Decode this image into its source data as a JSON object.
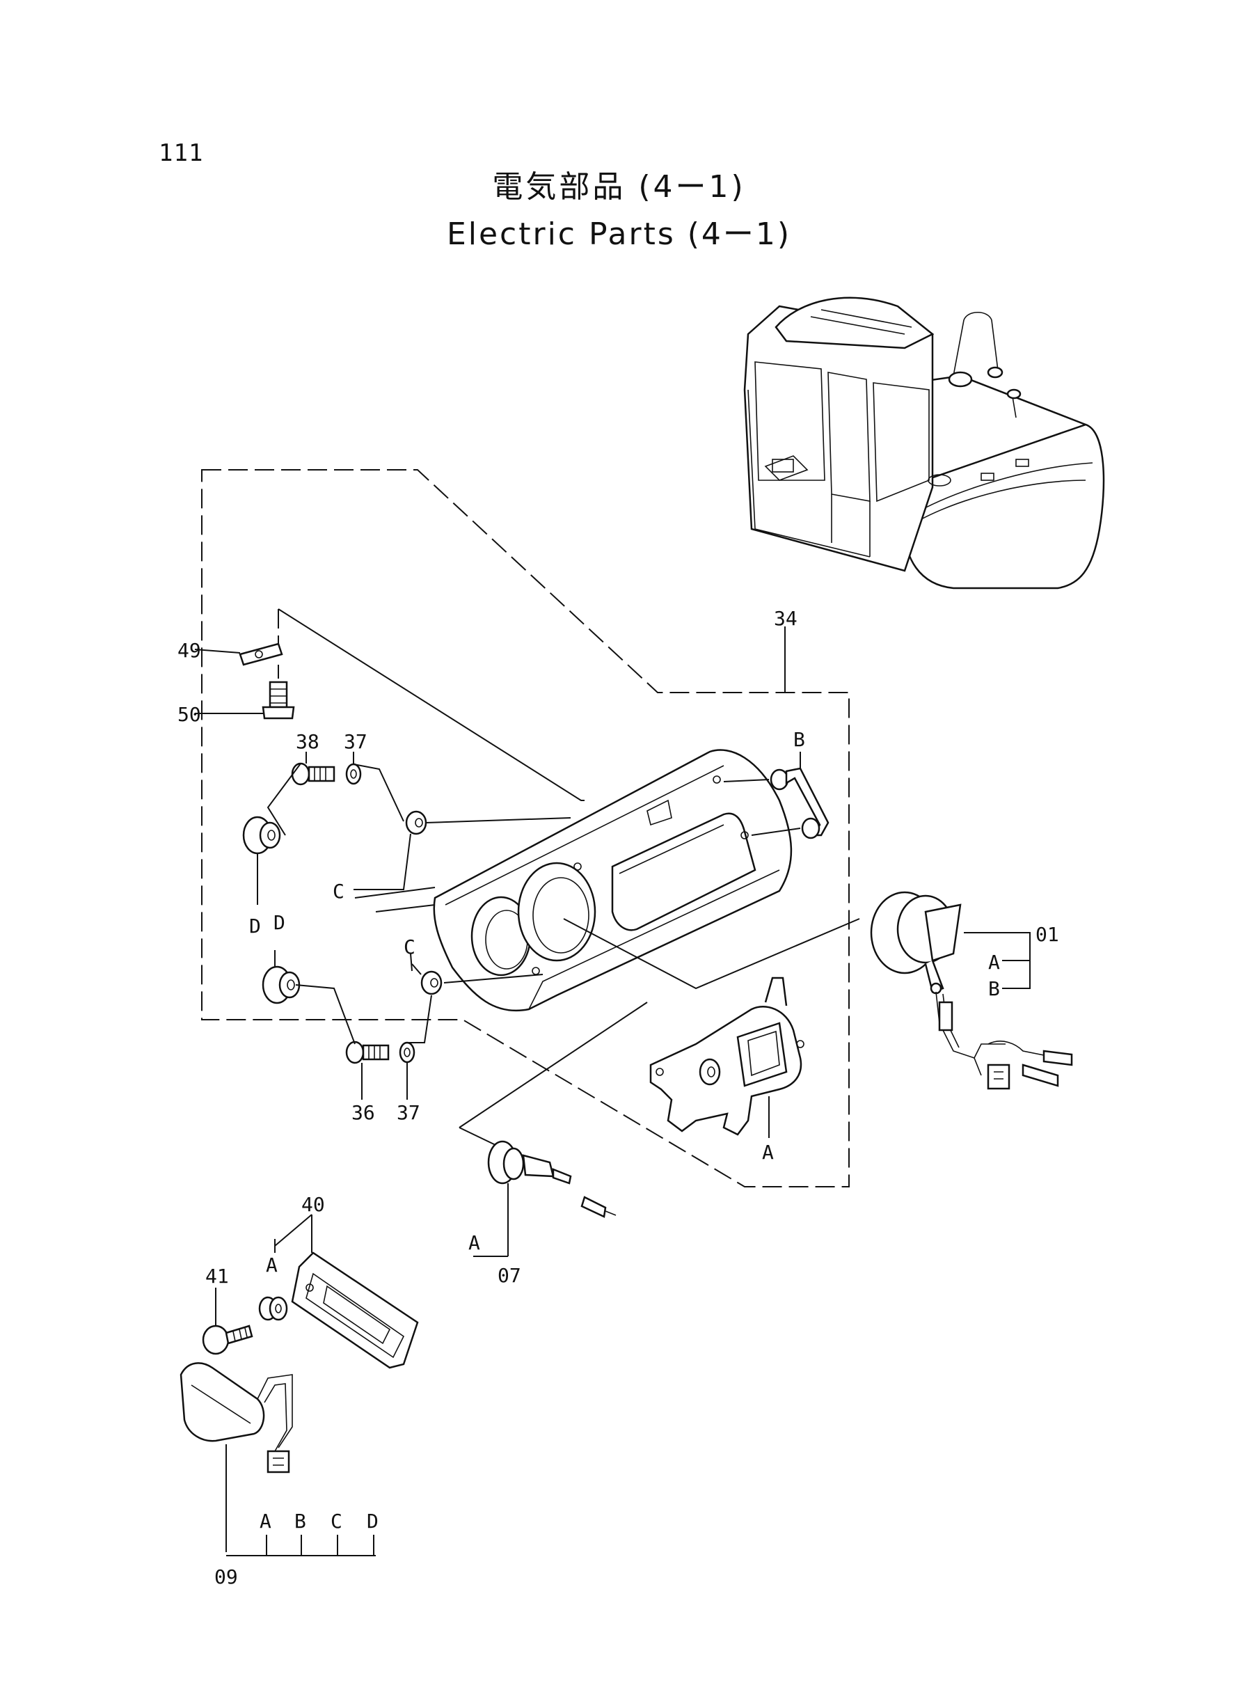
{
  "page_number": "111",
  "title": {
    "jp": "電気部品 (4ー1)",
    "en": "Electric Parts (4ー1)"
  },
  "callouts": {
    "p01": "01",
    "p07": "07",
    "p09": "09",
    "p34": "34",
    "p36": "36",
    "p37a": "37",
    "p37b": "37",
    "p38": "38",
    "p40": "40",
    "p41": "41",
    "p49": "49",
    "p50": "50"
  },
  "refs": {
    "A": "A",
    "B": "B",
    "C": "C",
    "D": "D"
  }
}
